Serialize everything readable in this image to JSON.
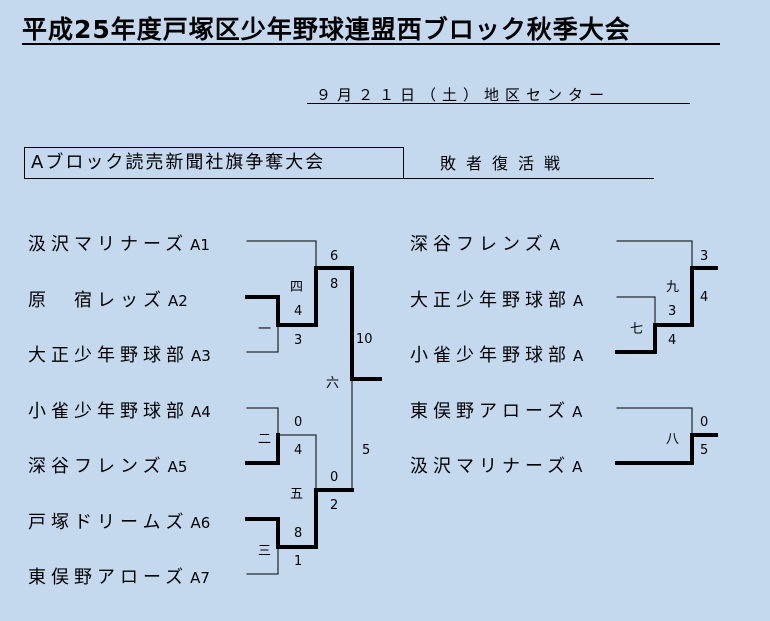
{
  "header": {
    "title": "平成25年度戸塚区少年野球連盟西ブロック秋季大会",
    "date_venue": "９月２１日（土）地区センター"
  },
  "main_bracket": {
    "label": "Aブロック読売新聞社旗争奪大会",
    "teams": [
      {
        "name": "汲沢マリナーズ",
        "seed": "A1"
      },
      {
        "name": "原　宿レッズ",
        "seed": "A2"
      },
      {
        "name": "大正少年野球部",
        "seed": "A3"
      },
      {
        "name": "小雀少年野球部",
        "seed": "A4"
      },
      {
        "name": "深谷フレンズ",
        "seed": "A5"
      },
      {
        "name": "戸塚ドリームズ",
        "seed": "A6"
      },
      {
        "name": "東俣野アローズ",
        "seed": "A7"
      }
    ],
    "games": [
      {
        "number": "一",
        "scores": [
          "4",
          "3"
        ]
      },
      {
        "number": "二",
        "scores": [
          "0",
          "4"
        ]
      },
      {
        "number": "三",
        "scores": [
          "8",
          "1"
        ]
      },
      {
        "number": "四",
        "scores": [
          "6",
          "8"
        ]
      },
      {
        "number": "五",
        "scores": [
          "0",
          "2"
        ]
      },
      {
        "number": "六",
        "scores": [
          "10",
          "5"
        ]
      }
    ]
  },
  "consolation_bracket": {
    "label": "敗者復活戦",
    "teams": [
      {
        "name": "深谷フレンズ",
        "seed": "A"
      },
      {
        "name": "大正少年野球部",
        "seed": "A"
      },
      {
        "name": "小雀少年野球部",
        "seed": "A"
      },
      {
        "name": "東俣野アローズ",
        "seed": "A"
      },
      {
        "name": "汲沢マリナーズ",
        "seed": "A"
      }
    ],
    "games": [
      {
        "number": "七",
        "scores": [
          "3",
          "4"
        ]
      },
      {
        "number": "八",
        "scores": [
          "0",
          "5"
        ]
      },
      {
        "number": "九",
        "scores": [
          "3",
          "4"
        ]
      }
    ]
  }
}
